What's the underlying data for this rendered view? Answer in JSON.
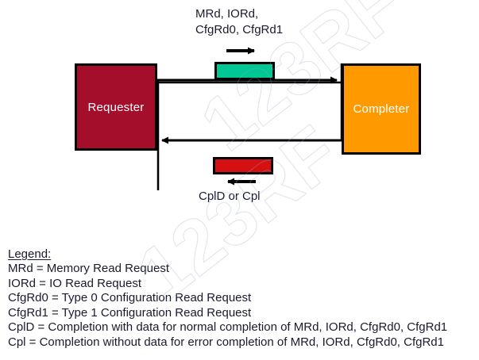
{
  "figure": {
    "type": "sequence-flow-diagram",
    "background_color": "#ffffff",
    "watermark_text": "123RF"
  },
  "flow": {
    "request": {
      "caption_line1": "MRd, IORd,",
      "caption_line2": "CfgRd0, CfgRd1",
      "direction": "left-to-right",
      "arrow_glyph": "right-arrow",
      "packet_color": "#00c894",
      "packet_name": "request-packet"
    },
    "response": {
      "caption": "CplD or Cpl",
      "direction": "right-to-left",
      "arrow_glyph": "left-arrow",
      "packet_color": "#d41010",
      "packet_name": "response-packet"
    }
  },
  "nodes": [
    {
      "id": "requester",
      "label": "Requester",
      "fill_color": "#a50e2b",
      "border_color": "#000000",
      "text_color": "#ffffff"
    },
    {
      "id": "completer",
      "label": "Completer",
      "fill_color": "#ff9900",
      "border_color": "#000000",
      "text_color": "#ffffff"
    }
  ],
  "legend": {
    "title": "Legend:",
    "entries": [
      "MRd = Memory Read Request",
      "IORd = IO Read Request",
      "CfgRd0 = Type 0 Configuration Read Request",
      "CfgRd1 = Type 1 Configuration Read Request",
      "CplD = Completion with data for normal completion of MRd, IORd, CfgRd0, CfgRd1",
      "Cpl = Completion without data for error completion of MRd, IORd, CfgRd0, CfgRd1"
    ]
  }
}
